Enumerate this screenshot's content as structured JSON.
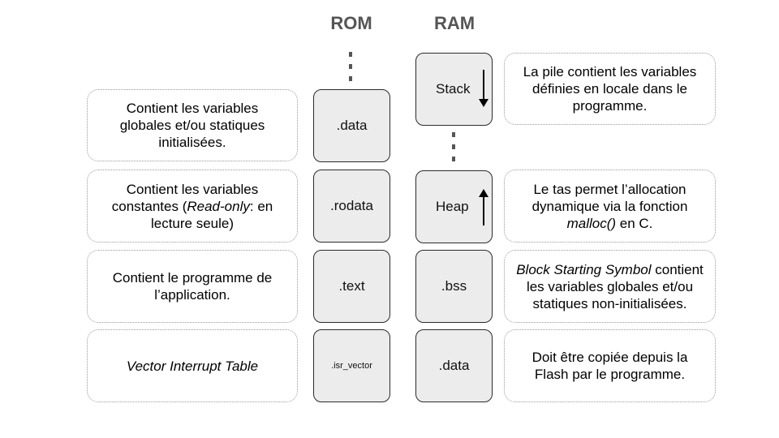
{
  "columns": {
    "rom": "ROM",
    "ram": "RAM"
  },
  "rom_blocks": [
    ".data",
    ".rodata",
    ".text",
    ".isr_vector"
  ],
  "ram_blocks": [
    "Stack",
    "Heap",
    ".bss",
    ".data"
  ],
  "left_descriptions": {
    "data": "Contient les variables globales et/ou statiques initialisées.",
    "rodata_1": "Contient les variables constantes (",
    "rodata_italic": "Read-only",
    "rodata_2": ": en lecture seule)",
    "text": "Contient le programme de l’application.",
    "isr_vector": "Vector Interrupt Table"
  },
  "right_descriptions": {
    "stack": "La pile contient les variables définies en locale dans le programme.",
    "heap_1": "Le tas permet l’allocation dynamique via la fonction ",
    "heap_italic": "malloc()",
    "heap_2": " en C.",
    "bss_italic": "Block Starting Symbol",
    "bss_2": " contient les variables globales et/ou statiques non-initialisées.",
    "data": "Doit être copiée depuis la Flash par le programme."
  },
  "icons": {
    "stack_arrow": "arrow-down-icon",
    "heap_arrow": "arrow-up-icon",
    "continuation": "vertical-ellipsis-icon"
  }
}
